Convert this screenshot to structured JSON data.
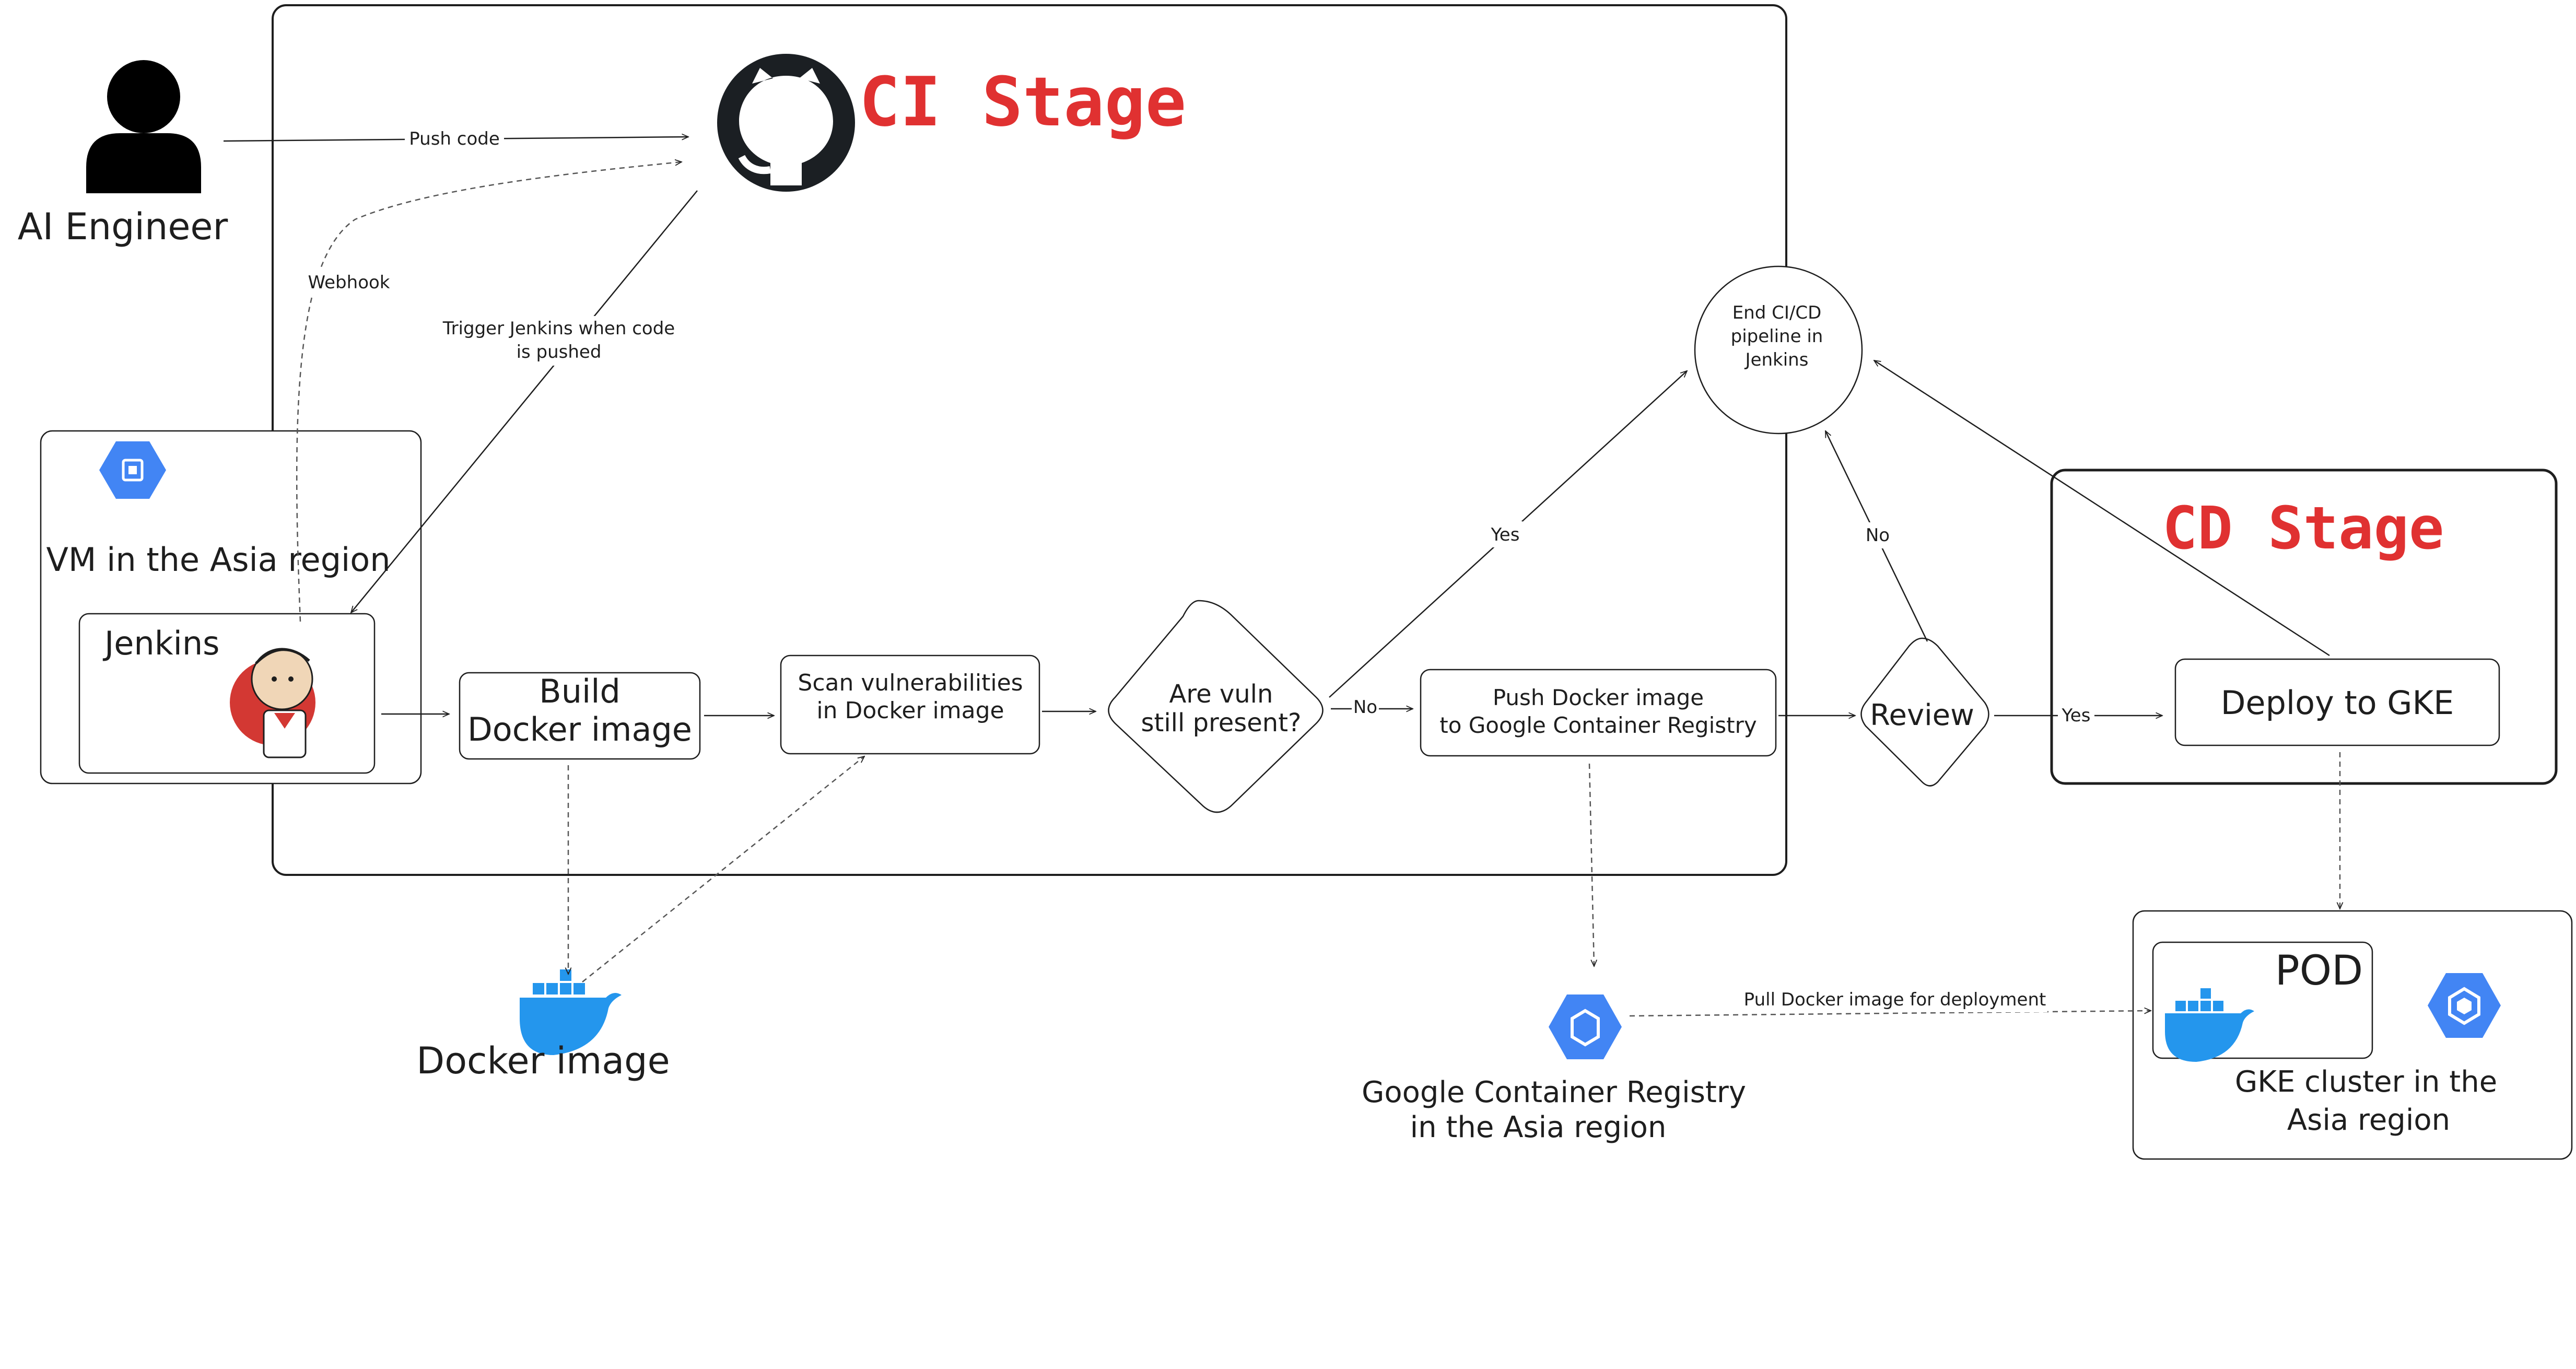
{
  "diagram": {
    "ci_stage_title": "CI Stage",
    "cd_stage_title": "CD Stage",
    "actor_label": "AI Engineer",
    "vm_label": "VM in the Asia region",
    "jenkins_label": "Jenkins",
    "build_label_1": "Build",
    "build_label_2": "Docker image",
    "scan_label_1": "Scan vulnerabilities",
    "scan_label_2": "in Docker image",
    "decision_label_1": "Are vuln",
    "decision_label_2": "still present?",
    "push_label_1": "Push Docker image",
    "push_label_2": "to Google Container Registry",
    "review_label": "Review",
    "deploy_label": "Deploy to GKE",
    "end_label_1": "End CI/CD",
    "end_label_2": "pipeline in",
    "end_label_3": "Jenkins",
    "docker_image_label": "Docker image",
    "gcr_label_1": "Google Container Registry",
    "gcr_label_2": "in the Asia region",
    "pod_label": "POD",
    "gke_label_1": "GKE cluster in the",
    "gke_label_2": "Asia region"
  },
  "edges": {
    "push_code": "Push code",
    "webhook": "Webhook",
    "trigger_1": "Trigger Jenkins when code",
    "trigger_2": "is pushed",
    "yes_to_end": "Yes",
    "no_to_push": "No",
    "no_to_end": "No",
    "yes_to_deploy": "Yes",
    "pull_image": "Pull Docker image for deployment"
  },
  "icons": {
    "actor": "user-icon",
    "github": "github-icon",
    "vm": "compute-engine-icon",
    "jenkins": "jenkins-icon",
    "docker": "docker-icon",
    "gcr": "container-registry-icon",
    "gke": "gke-icon"
  },
  "colors": {
    "stage_title": "#e03131",
    "gcp_blue": "#4285f4",
    "docker_blue": "#2496ed",
    "jenkins_red": "#d33833"
  }
}
